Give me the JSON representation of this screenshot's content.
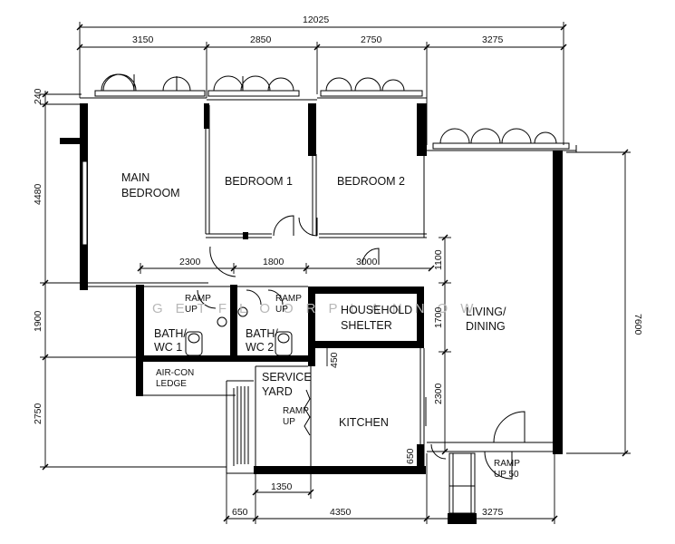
{
  "rooms": {
    "main_bedroom": [
      "MAIN",
      "BEDROOM"
    ],
    "bedroom_1": "BEDROOM  1",
    "bedroom_2": "BEDROOM  2",
    "living_dining": [
      "LIVING/",
      "DINING"
    ],
    "household_shelter": [
      "HOUSEHOLD",
      "SHELTER"
    ],
    "bath_wc_1": [
      "BATH/",
      "WC  1"
    ],
    "bath_wc_2": [
      "BATH/",
      "WC  2"
    ],
    "aircon_ledge": [
      "AIR-CON",
      "LEDGE"
    ],
    "service_yard": [
      "SERVICE",
      "YARD"
    ],
    "kitchen": "KITCHEN"
  },
  "ramps": {
    "bath1": [
      "RAMP",
      "UP"
    ],
    "bath2": [
      "RAMP",
      "UP"
    ],
    "yard": [
      "RAMP",
      "UP"
    ],
    "entry": [
      "RAMP",
      "UP 50"
    ]
  },
  "dimensions": {
    "overall_width": "12025",
    "top": [
      "3150",
      "2850",
      "2750",
      "3275"
    ],
    "left": [
      "240",
      "4480",
      "1900",
      "2750"
    ],
    "right": "7600",
    "interior_horizontal": [
      "2300",
      "1800",
      "3000"
    ],
    "interior_vertical": [
      "1100",
      "1700",
      "2300"
    ],
    "kitchen_450": "450",
    "kitchen_650": "650",
    "yard_1350": "1350",
    "bottom": [
      "650",
      "4350",
      "3275"
    ]
  },
  "watermark": "GETFLOORPLANNOW"
}
